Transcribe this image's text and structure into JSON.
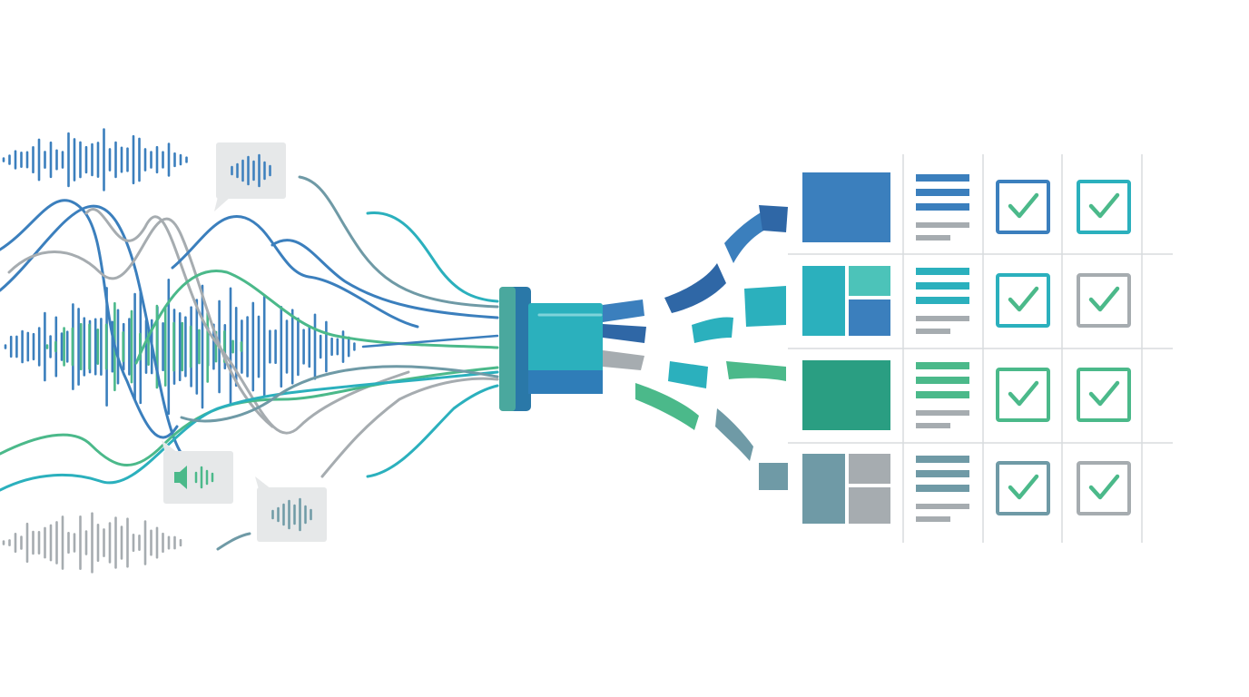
{
  "palette": {
    "blue": "#3b7fbd",
    "dark_blue": "#2f67a6",
    "teal": "#2bb0bd",
    "green": "#4bb98a",
    "dark_green": "#2a9e82",
    "gray": "#a6acb0",
    "slate": "#6f9aa6",
    "grid": "#d8dcde",
    "bubble": "#e6e8e9"
  },
  "icons": {
    "audio_bubbles": [
      "audio-waveform-bubble-icon",
      "speaker-volume-bubble-icon",
      "audio-waveform-bubble-icon"
    ],
    "converter": "audio-to-data-converter-icon",
    "check": "checkmark-icon"
  },
  "grid": {
    "rows": [
      {
        "thumbnail": "solid-block",
        "color": "blue",
        "text_color": "blue",
        "checks": [
          "blue",
          "teal"
        ]
      },
      {
        "thumbnail": "split-layout",
        "color": "teal",
        "text_color": "teal",
        "checks": [
          "teal",
          "gray"
        ]
      },
      {
        "thumbnail": "solid-block",
        "color": "dark_green",
        "text_color": "green",
        "checks": [
          "green",
          "green"
        ]
      },
      {
        "thumbnail": "split-layout",
        "color": "slate",
        "text_color": "slate",
        "checks": [
          "slate",
          "gray"
        ]
      }
    ]
  }
}
